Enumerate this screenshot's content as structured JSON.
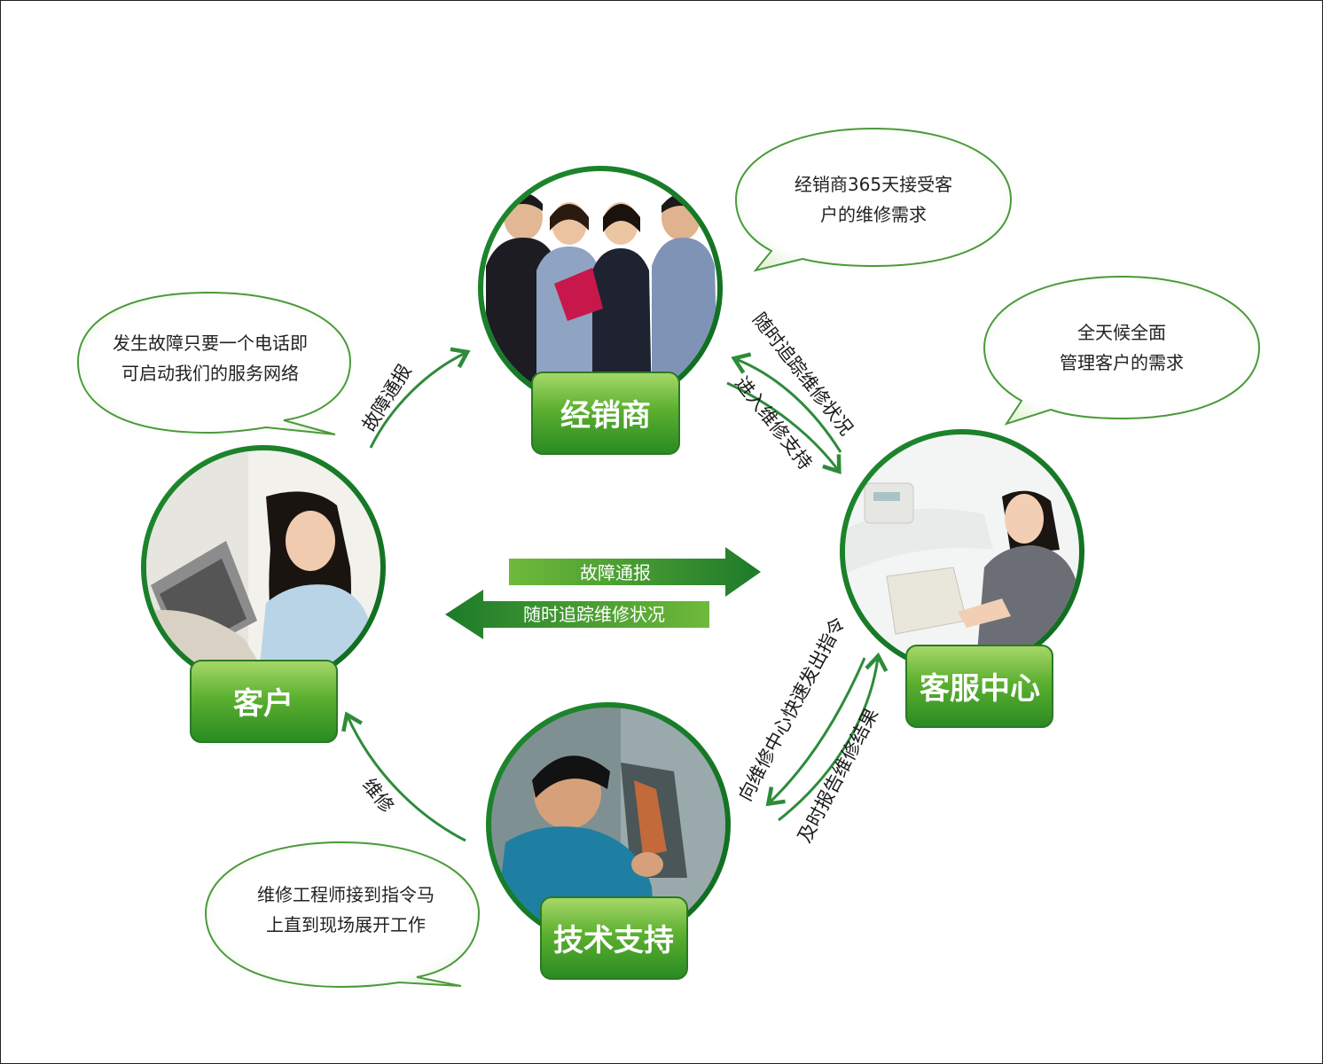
{
  "nodes": {
    "dealer": "经销商",
    "customer": "客户",
    "service_center": "客服中心",
    "tech_support": "技术支持"
  },
  "bubbles": {
    "customer": [
      "发生故障只要一个电话即",
      "可启动我们的服务网络"
    ],
    "dealer": [
      "经销商365天接受客",
      "户的维修需求"
    ],
    "service_center": [
      "全天候全面",
      "管理客户的需求"
    ],
    "tech_support": [
      "维修工程师接到指令马",
      "上直到现场展开工作"
    ]
  },
  "flows": {
    "customer_to_dealer": "故障通报",
    "dealer_tracks_status": "随时追踪维修状况",
    "dealer_enters_support": "进入维修支持",
    "center_dispatch": "向维修中心快速发出指令",
    "report_result": "及时报告维修结果",
    "repair": "维修",
    "band_report": "故障通报",
    "band_track": "随时追踪维修状况"
  },
  "colors": {
    "green_dark": "#1d7a2a",
    "green_mid": "#3a9a2c",
    "green_light": "#7cc242",
    "arrow": "#2e8b3a"
  }
}
